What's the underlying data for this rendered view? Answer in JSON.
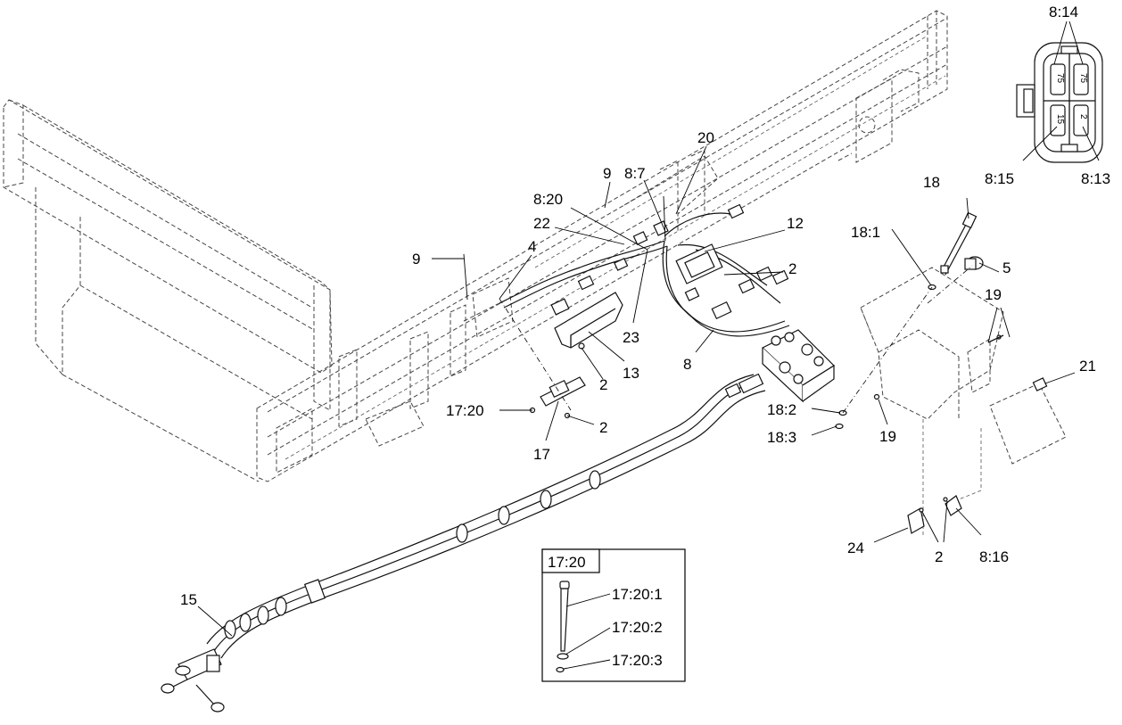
{
  "callouts": {
    "c_8_14": "8:14",
    "c_8_15": "8:15",
    "c_8_13": "8:13",
    "c_20": "20",
    "c_9_top": "9",
    "c_8_7": "8:7",
    "c_8_20": "8:20",
    "c_22": "22",
    "c_4": "4",
    "c_9_left": "9",
    "c_12": "12",
    "c_2_a": "2",
    "c_18": "18",
    "c_18_1": "18:1",
    "c_5": "5",
    "c_19_top": "19",
    "c_23": "23",
    "c_13": "13",
    "c_2_b": "2",
    "c_8": "8",
    "c_21": "21",
    "c_17_20": "17:20",
    "c_2_c": "2",
    "c_17": "17",
    "c_18_2": "18:2",
    "c_18_3": "18:3",
    "c_19_bottom": "19",
    "c_24": "24",
    "c_2_d": "2",
    "c_8_16": "8:16",
    "c_15": "15"
  },
  "connector_pins": {
    "p1": "75",
    "p2": "75",
    "p3": "15",
    "p4": "2"
  },
  "inset": {
    "title": "17:20",
    "items": [
      "17:20:1",
      "17:20:2",
      "17:20:3"
    ]
  }
}
